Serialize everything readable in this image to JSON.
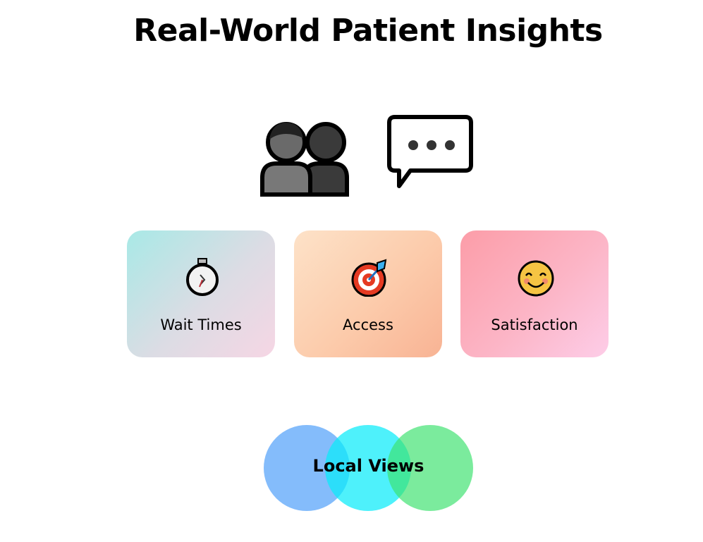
{
  "header": {
    "title": "Real-World Patient Insights"
  },
  "hero_icons": [
    "people-icon",
    "speech-bubble-icon"
  ],
  "cards": [
    {
      "label": "Wait Times",
      "icon": "stopwatch-icon"
    },
    {
      "label": "Access",
      "icon": "target-icon"
    },
    {
      "label": "Satisfaction",
      "icon": "smiling-face-icon"
    }
  ],
  "venn": {
    "label": "Local Views",
    "colors": [
      "#85c1fb",
      "#4cf0fb",
      "#7deb9e"
    ]
  }
}
